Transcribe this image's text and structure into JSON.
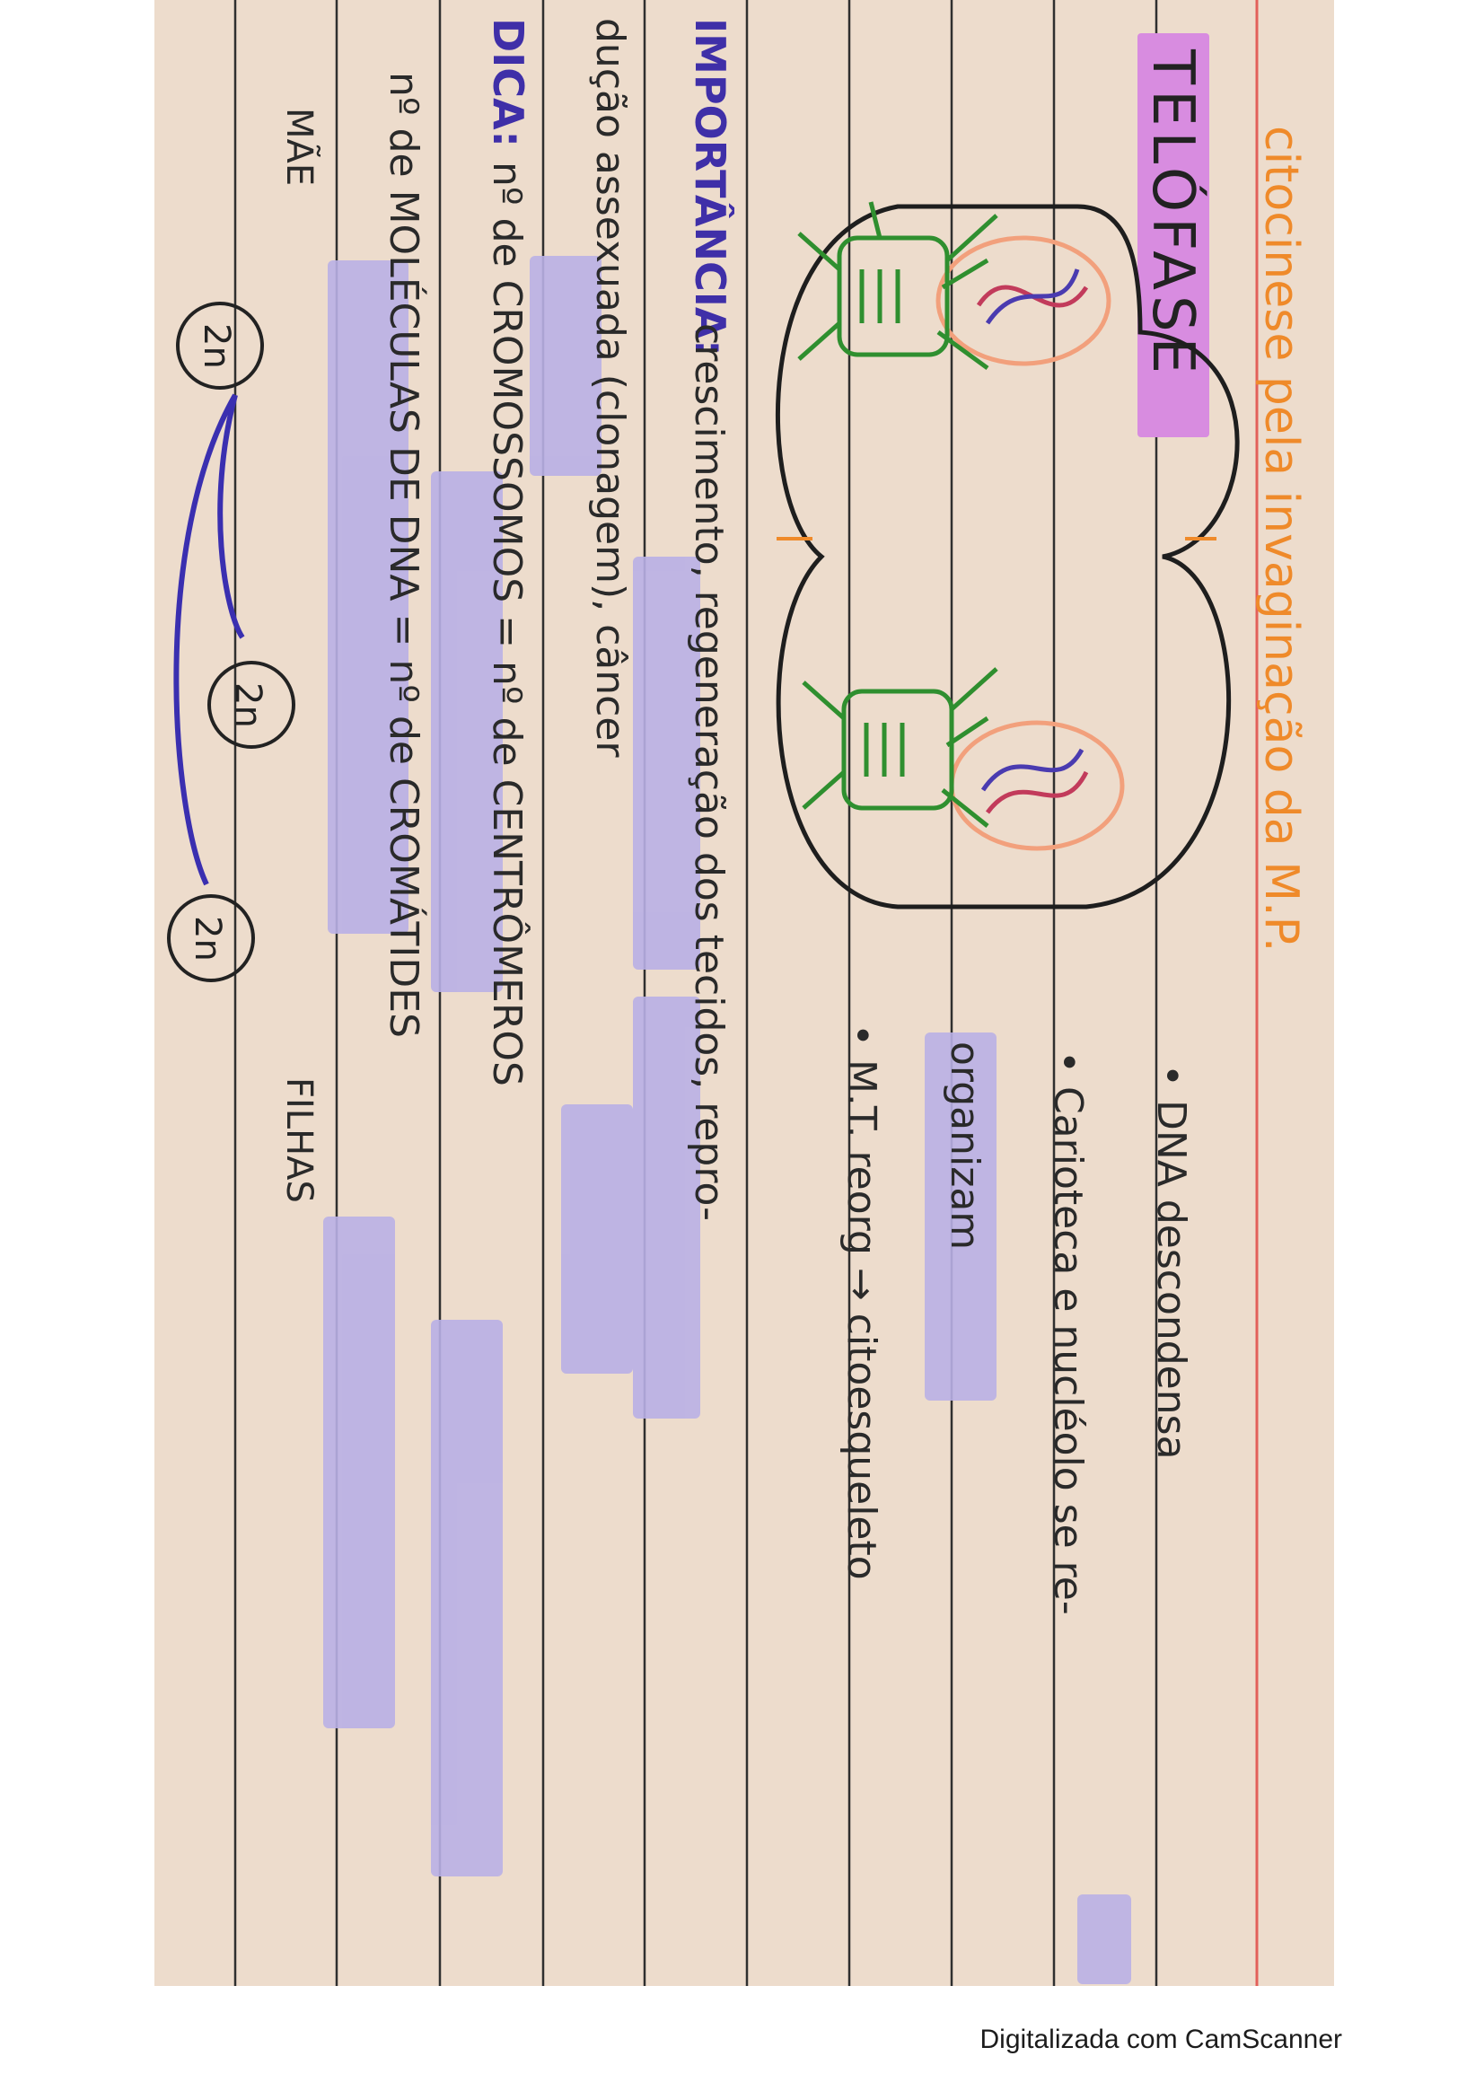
{
  "card": {
    "title": "TELÓFASE",
    "subtitle": "citocinese pela invaginação da M.P.",
    "bullets": [
      "DNA descondensa",
      "Carioteca e nucléolo se re-",
      "organizam",
      "M.T. reorg → citoesqueleto"
    ],
    "importance_heading": "IMPORTÂNCIA:",
    "importance_line1": "crescimento, regeneração dos tecidos, repro-",
    "importance_line2": "dução assexuada (clonagem), câncer",
    "tip_heading": "DICA:",
    "tip_line1": "nº de CROMOSSOMOS = nº de CENTRÔMEROS",
    "tip_line2": "nº de MOLÉCULAS DE DNA = nº de CROMÁTIDES",
    "mother_label": "MÃE",
    "daughters_label": "FILHAS",
    "ploidy_mother": "2n",
    "ploidy_daughter_1": "2n",
    "ploidy_daughter_2": "2n"
  },
  "footer": {
    "scanner_credit": "Digitalizada com CamScanner"
  },
  "colors": {
    "paper": "#eddccc",
    "ruling": "#2f2f2f",
    "margin_line": "#e2605a",
    "title_highlight": "#d88ce0",
    "text_highlight": "#b9b0e6",
    "subtitle_ink": "#ef8a2a",
    "blue_ink": "#4a3bb0",
    "green_ink": "#2f8f2f",
    "nucleus_ink": "#f2a07c"
  }
}
